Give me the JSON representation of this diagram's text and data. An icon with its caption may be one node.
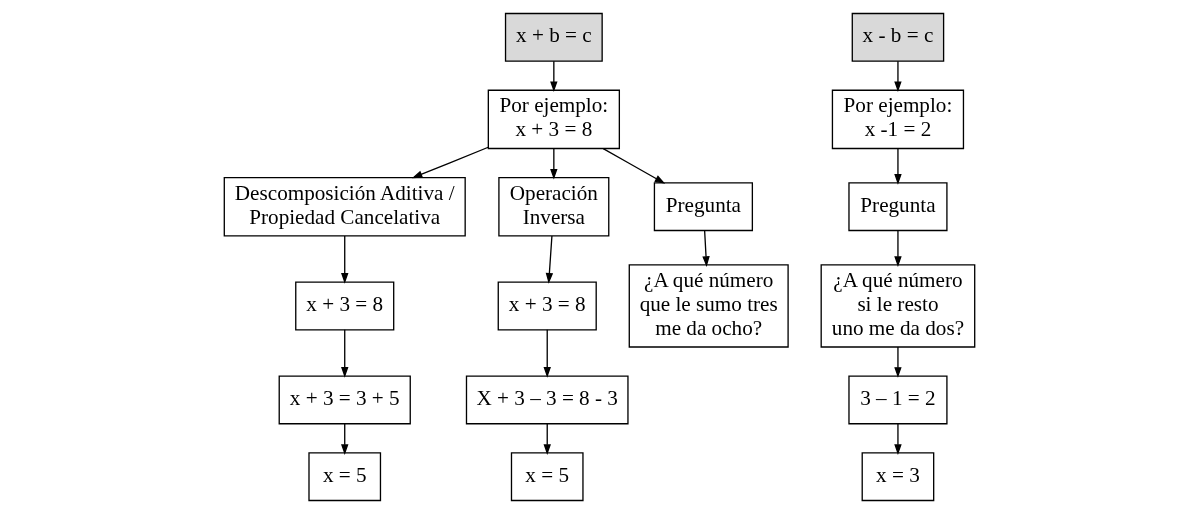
{
  "diagram": {
    "nodes": [
      {
        "text": [
          "x + b = c"
        ]
      },
      {
        "text": [
          "Por ejemplo: x + 3 = 8"
        ]
      },
      {
        "text": [
          "Descomposición Aditiva / Propiedad Cancelativa"
        ]
      },
      {
        "text": [
          "Operación Inversa"
        ]
      },
      {
        "text": [
          "Pregunta"
        ]
      },
      {
        "text": [
          "x + 3 = 8"
        ]
      },
      {
        "text": [
          "x + 3 = 3 + 5"
        ]
      },
      {
        "text": [
          "x = 5"
        ]
      },
      {
        "text": [
          "x + 3 = 8"
        ]
      },
      {
        "text": [
          "X + 3 – 3 = 8 - 3"
        ]
      },
      {
        "text": [
          "x = 5"
        ]
      },
      {
        "text": [
          "¿A qué número que le sumo tres me da ocho?"
        ]
      },
      {
        "text": [
          "x - b = c"
        ]
      },
      {
        "text": [
          "Por ejemplo: x -1 = 2"
        ]
      },
      {
        "text": [
          "Pregunta"
        ]
      },
      {
        "text": [
          "¿A qué número si le resto uno me da dos?"
        ]
      },
      {
        "text": [
          "3 – 1 = 2"
        ]
      },
      {
        "text": [
          "x = 3"
        ]
      }
    ],
    "edges": [
      {
        "from": 0,
        "to": 1,
        "arrow": "to"
      },
      {
        "from": 1,
        "to": 2,
        "arrow": "to"
      },
      {
        "from": 1,
        "to": 3,
        "arrow": "to"
      },
      {
        "from": 1,
        "to": 4,
        "arrow": "to"
      },
      {
        "from": 2,
        "to": 5,
        "arrow": "to"
      },
      {
        "from": 5,
        "to": 6,
        "arrow": "to"
      },
      {
        "from": 6,
        "to": 7,
        "arrow": "to"
      },
      {
        "from": 3,
        "to": 8,
        "arrow": "to"
      },
      {
        "from": 8,
        "to": 9,
        "arrow": "to"
      },
      {
        "from": 9,
        "to": 10,
        "arrow": "to"
      },
      {
        "from": 4,
        "to": 11,
        "arrow": "to"
      },
      {
        "from": 12,
        "to": 13,
        "arrow": "to"
      },
      {
        "from": 13,
        "to": 14,
        "arrow": "to"
      },
      {
        "from": 14,
        "to": 15,
        "arrow": "to"
      },
      {
        "from": 15,
        "to": 16,
        "arrow": "to"
      },
      {
        "from": 16,
        "to": 17,
        "arrow": "to"
      }
    ]
  }
}
